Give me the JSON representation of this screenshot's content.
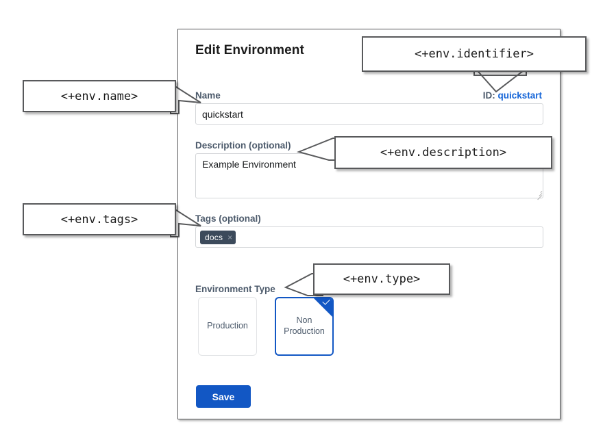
{
  "panel": {
    "title": "Edit Environment",
    "id_label": "ID:",
    "id_value": "quickstart",
    "fields": {
      "name": {
        "label": "Name",
        "value": "quickstart"
      },
      "description": {
        "label": "Description (optional)",
        "value": "Example Environment"
      },
      "tags": {
        "label": "Tags (optional)",
        "chips": [
          {
            "label": "docs",
            "remove_icon": "×"
          }
        ]
      },
      "environment_type": {
        "label": "Environment Type",
        "options": [
          {
            "label": "Production",
            "selected": false
          },
          {
            "label": "Non Production",
            "selected": true
          }
        ],
        "selected_check_icon": "checkmark-icon"
      }
    },
    "save_label": "Save"
  },
  "callouts": {
    "name": "<+env.name>",
    "identifier": "<+env.identifier>",
    "description": "<+env.description>",
    "tags": "<+env.tags>",
    "type": "<+env.type>"
  },
  "colors": {
    "accent": "#1257c4",
    "link": "#1565d8",
    "label": "#4c5a6b",
    "chip_bg": "#3c4a5b",
    "panel_border": "#58595b"
  }
}
